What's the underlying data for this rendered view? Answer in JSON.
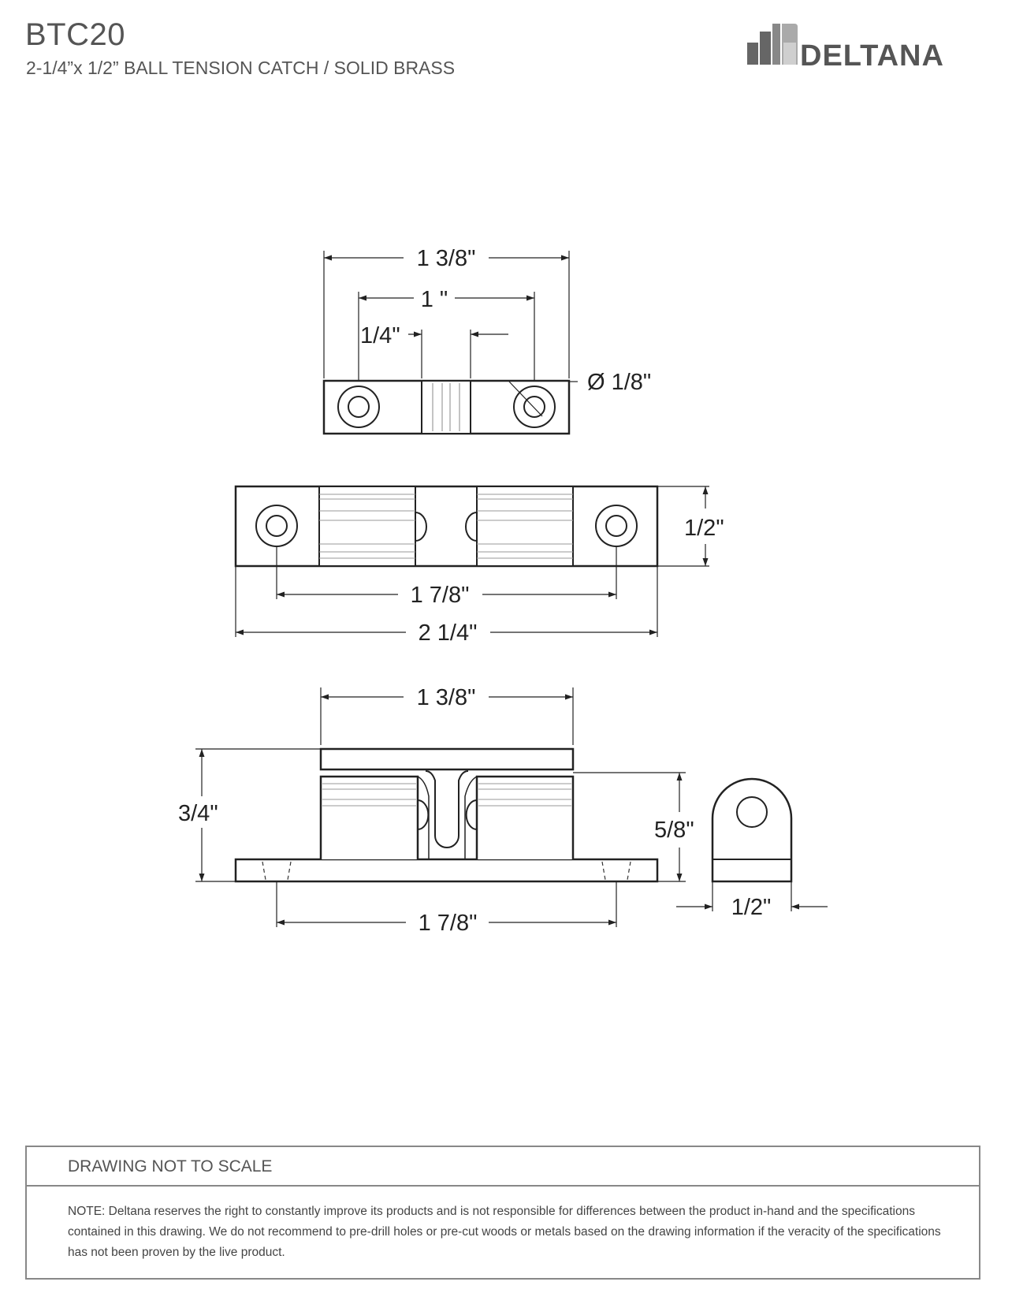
{
  "header": {
    "model": "BTC20",
    "subtitle": "2-1/4”x 1/2” BALL TENSION CATCH / SOLID BRASS",
    "brand": "DELTANA"
  },
  "dimensions": {
    "top_overall": "1 3/8\"",
    "top_holes": "1 \"",
    "top_gap": "1/4\"",
    "top_hole_dia": "Ø 1/8\"",
    "mid_height": "1/2\"",
    "mid_holes": "1 7/8\"",
    "mid_overall": "2 1/4\"",
    "side_top": "1 3/8\"",
    "side_height": "3/4\"",
    "side_inner_height": "5/8\"",
    "side_holes": "1 7/8\"",
    "end_width": "1/2\""
  },
  "notes": {
    "title": "DRAWING NOT TO SCALE",
    "text": "NOTE: Deltana reserves the right to constantly improve its products and is not responsible for differences between the product in-hand and the specifications contained in this drawing. We do not recommend to pre-drill holes or pre-cut woods or metals based on the drawing information if the veracity of the specifications has not been proven by the live product."
  }
}
